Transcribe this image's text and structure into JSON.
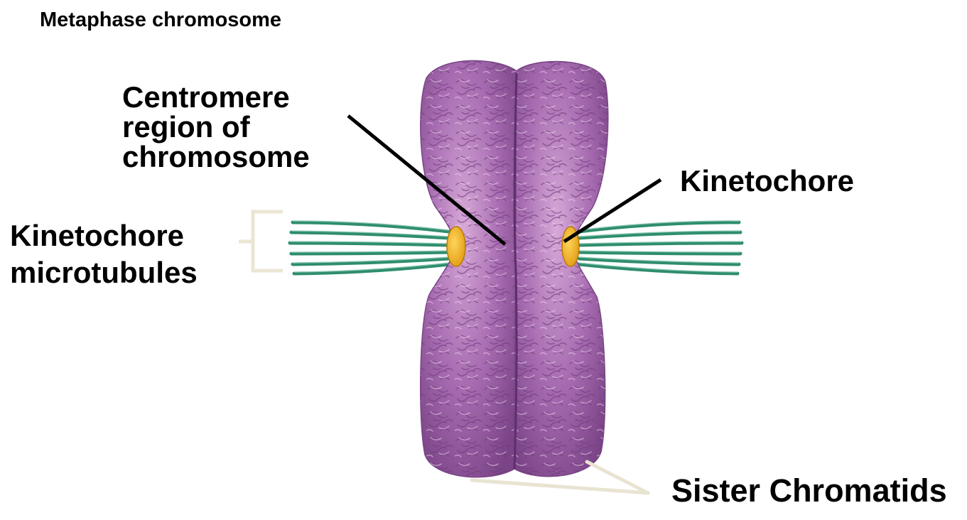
{
  "title": "Metaphase chromosome",
  "labels": {
    "centromere_line1": "Centromere",
    "centromere_line2": "region of",
    "centromere_line3": "chromosome",
    "kinetochore": "Kinetochore",
    "microtubules_line1": "Kinetochore",
    "microtubules_line2": "microtubules",
    "sister_chromatids": "Sister Chromatids"
  },
  "colors": {
    "chromatid": "#a66bb0",
    "chromatid_dark": "#7d4489",
    "chromatid_light": "#d4a8d6",
    "kinetochore": "#f2b21c",
    "microtubule": "#2e8b6c",
    "leader": "#000000",
    "bracket": "#e9e4d2"
  }
}
